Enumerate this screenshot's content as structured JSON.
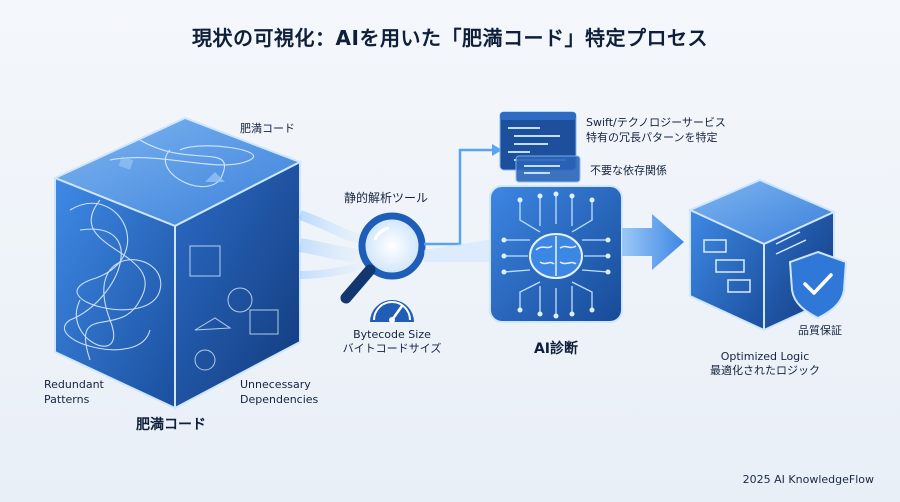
{
  "title": "現状の可視化：AIを用いた「肥満コード」特定プロセス",
  "left_cube": {
    "top_label": "肥満コード",
    "left_label": "Redundant\nPatterns",
    "right_label": "Unnecessary\nDependencies",
    "bottom_label": "肥満コード"
  },
  "analysis": {
    "tool_label": "静的解析ツール",
    "metric_en": "Bytecode Size",
    "metric_ja": "バイトコードサイズ"
  },
  "ai": {
    "code_note_1": "Swift/テクノロジーサービス",
    "code_note_2": "特有の冗長パターンを特定",
    "dep_note": "不要な依存関係",
    "label": "AI診断"
  },
  "result": {
    "badge_label": "品質保証",
    "en_label": "Optimized Logic",
    "ja_label": "最適化されたロジック"
  },
  "footer": "2025 AI KnowledgeFlow",
  "colors": {
    "primary_blue": "#2f78d8",
    "dark_blue": "#123a7a",
    "light_blue": "#7fb6f2",
    "glow": "#bfe0ff"
  }
}
